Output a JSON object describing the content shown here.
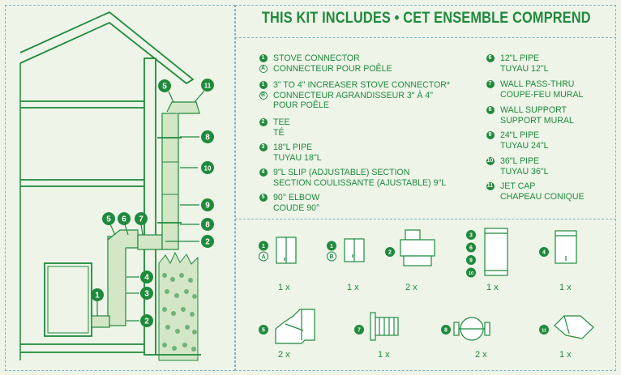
{
  "title": "THIS KIT INCLUDES • CET ENSEMBLE COMPREND",
  "items": [
    {
      "badges": [
        "1",
        "A"
      ],
      "lines": [
        "STOVE CONNECTOR",
        "CONNECTEUR POUR POÊLE"
      ]
    },
    {
      "badges": [
        "1",
        "B"
      ],
      "lines": [
        "3\" TO 4\" INCREASER STOVE CONNECTOR*",
        "CONNECTEUR AGRANDISSEUR 3\" À 4\"",
        "POUR POÊLE"
      ]
    },
    {
      "badges": [
        "2"
      ],
      "lines": [
        "TEE",
        "TÉ"
      ]
    },
    {
      "badges": [
        "3"
      ],
      "lines": [
        "18\"L PIPE",
        "TUYAU 18\"L"
      ]
    },
    {
      "badges": [
        "4"
      ],
      "lines": [
        "9\"L SLIP (ADJUSTABLE) SECTION",
        "SECTION COULISSANTE (AJUSTABLE) 9\"L"
      ]
    },
    {
      "badges": [
        "5"
      ],
      "lines": [
        "90° ELBOW",
        "COUDE 90°"
      ]
    },
    {
      "badges": [
        "6"
      ],
      "lines": [
        "12\"L PIPE",
        "TUYAU 12\"L"
      ]
    },
    {
      "badges": [
        "7"
      ],
      "lines": [
        "WALL PASS-THRU",
        "COUPE-FEU MURAL"
      ]
    },
    {
      "badges": [
        "8"
      ],
      "lines": [
        "WALL SUPPORT",
        "SUPPORT MURAL"
      ]
    },
    {
      "badges": [
        "9"
      ],
      "lines": [
        "24\"L PIPE",
        "TUYAU 24\"L"
      ]
    },
    {
      "badges": [
        "10"
      ],
      "lines": [
        "36\"L PIPE",
        "TUYAU 36\"L"
      ]
    },
    {
      "badges": [
        "11"
      ],
      "lines": [
        "JET CAP",
        "CHAPEAU CONIQUE"
      ]
    }
  ],
  "parts": [
    {
      "badges": [
        "1",
        "A"
      ],
      "qty": "1 x"
    },
    {
      "badges": [
        "1",
        "B"
      ],
      "qty": "1 x"
    },
    {
      "badges": [
        "2"
      ],
      "qty": "2 x"
    },
    {
      "badges": [
        "3",
        "6",
        "9",
        "10"
      ],
      "qty": "1 x"
    },
    {
      "badges": [
        "4"
      ],
      "qty": "1 x"
    },
    {
      "badges": [
        "5"
      ],
      "qty": "2 x"
    },
    {
      "badges": [
        "7"
      ],
      "qty": "1 x"
    },
    {
      "badges": [
        "8"
      ],
      "qty": "2 x"
    },
    {
      "badges": [
        "11"
      ],
      "qty": "1 x"
    }
  ],
  "callouts": [
    "5",
    "11",
    "8",
    "10",
    "9",
    "8",
    "2",
    "5",
    "6",
    "7",
    "4",
    "3",
    "1",
    "2"
  ],
  "colors": {
    "green": "#1f8a3c",
    "light_green": "#d3e6c6",
    "border": "#7bb6c9",
    "background": "#eef4e8"
  }
}
